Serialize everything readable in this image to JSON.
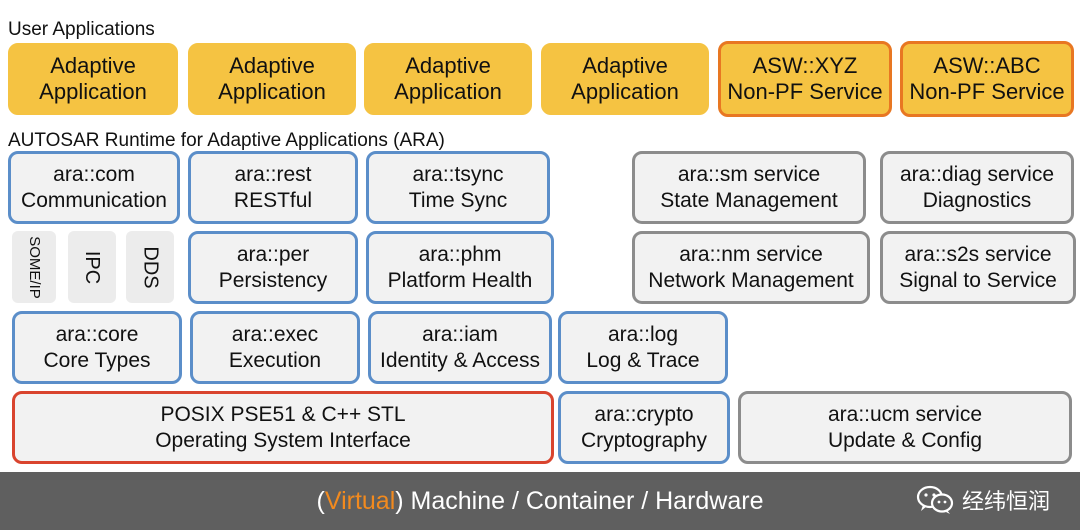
{
  "sections": {
    "user_apps": "User Applications",
    "ara": "AUTOSAR Runtime for Adaptive Applications (ARA)"
  },
  "apps": [
    {
      "line1": "Adaptive",
      "line2": "Application"
    },
    {
      "line1": "Adaptive",
      "line2": "Application"
    },
    {
      "line1": "Adaptive",
      "line2": "Application"
    },
    {
      "line1": "Adaptive",
      "line2": "Application"
    },
    {
      "line1": "ASW::XYZ",
      "line2": "Non-PF Service"
    },
    {
      "line1": "ASW::ABC",
      "line2": "Non-PF Service"
    }
  ],
  "modules": {
    "com": {
      "line1": "ara::com",
      "line2": "Communication"
    },
    "rest": {
      "line1": "ara::rest",
      "line2": "RESTful"
    },
    "tsync": {
      "line1": "ara::tsync",
      "line2": "Time Sync"
    },
    "sm": {
      "line1": "ara::sm  service",
      "line2": "State Management"
    },
    "diag": {
      "line1": "ara::diag service",
      "line2": "Diagnostics"
    },
    "per": {
      "line1": "ara::per",
      "line2": "Persistency"
    },
    "phm": {
      "line1": "ara::phm",
      "line2": "Platform Health"
    },
    "nm": {
      "line1": "ara::nm service",
      "line2": "Network Management"
    },
    "s2s": {
      "line1": "ara::s2s service",
      "line2": "Signal to Service"
    },
    "core": {
      "line1": "ara::core",
      "line2": "Core Types"
    },
    "exec": {
      "line1": "ara::exec",
      "line2": "Execution"
    },
    "iam": {
      "line1": "ara::iam",
      "line2": "Identity & Access"
    },
    "log": {
      "line1": "ara::log",
      "line2": "Log & Trace"
    },
    "posix": {
      "line1": "POSIX PSE51 & C++ STL",
      "line2": "Operating System Interface"
    },
    "crypto": {
      "line1": "ara::crypto",
      "line2": "Cryptography"
    },
    "ucm": {
      "line1": "ara::ucm service",
      "line2": "Update & Config"
    }
  },
  "com_bindings": [
    "SOME/IP",
    "IPC",
    "DDS"
  ],
  "footer": {
    "open": "(",
    "accent": "Virtual",
    "rest": ") Machine / Container / Hardware",
    "accent_color": "#f28a1e"
  },
  "watermark": {
    "text": "经纬恒润",
    "icon": "wechat-icon"
  }
}
